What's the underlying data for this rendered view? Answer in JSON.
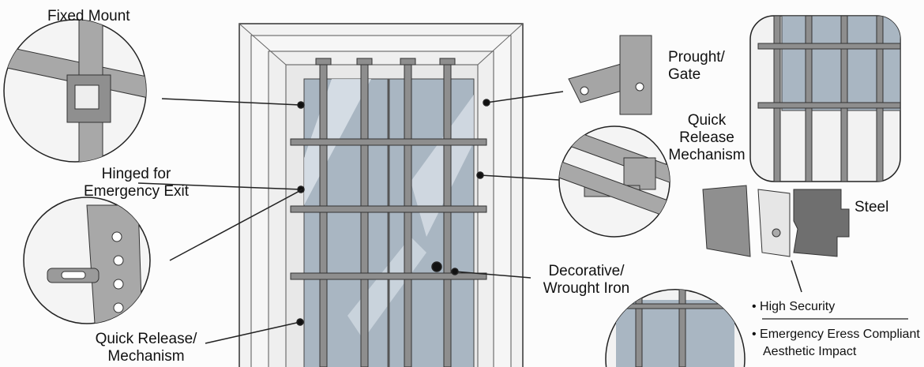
{
  "labels": {
    "fixed_mount": "Fixed Mount",
    "hinged_1": "Hinged for",
    "hinged_2": "Emergency Exit",
    "quick_release_left_1": "Quick Release/",
    "quick_release_left_2": "Mechanism",
    "prought_1": "Prought/",
    "prought_2": "Gate",
    "quick_release_right_1": "Quick",
    "quick_release_right_2": "Release",
    "quick_release_right_3": "Mechanism",
    "steel": "Steel",
    "decorative_1": "Decorative/",
    "decorative_2": "Wrought Iron"
  },
  "features": [
    "• High Security",
    "• Emergency Eress Compliant",
    "Aesthetic Impact"
  ],
  "colors": {
    "glass": "#a9b6c2",
    "metal": "#9a9a9a",
    "line": "#222222"
  }
}
